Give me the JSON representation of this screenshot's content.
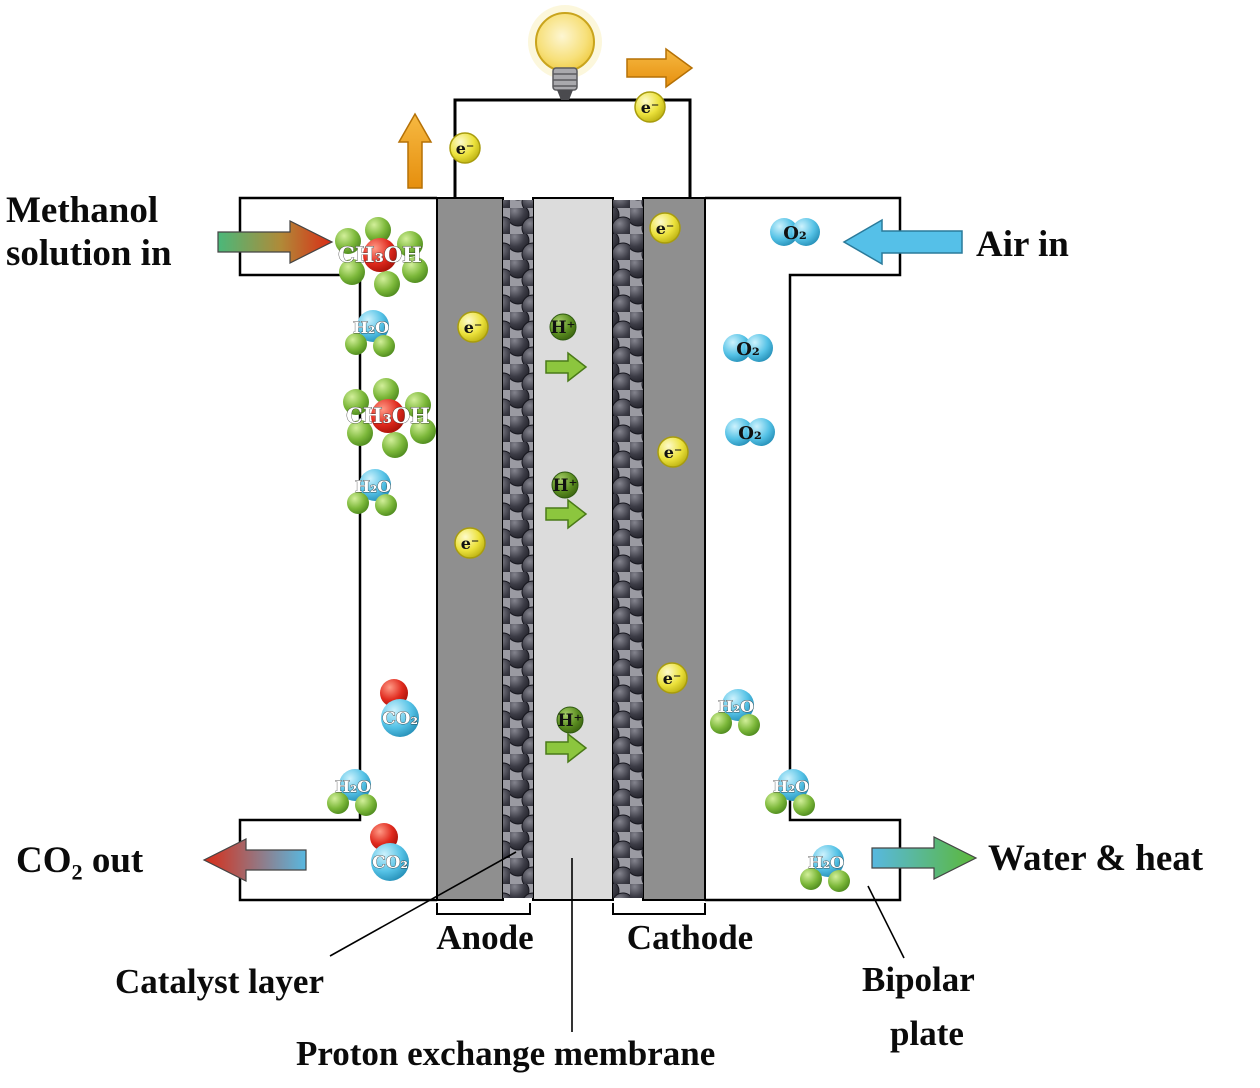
{
  "title": "Direct methanol fuel cell schematic",
  "labels": {
    "methanol_line1": "Methanol",
    "methanol_line2": "solution in",
    "air_in": "Air in",
    "co2_out": "CO₂ out",
    "water_heat": "Water & heat",
    "anode": "Anode",
    "cathode": "Cathode",
    "catalyst_layer": "Catalyst layer",
    "membrane": "Proton exchange membrane",
    "bipolar_line1": "Bipolar",
    "bipolar_line2": "plate"
  },
  "molecules": {
    "ch3oh": "CH₃OH",
    "h2o": "H₂O",
    "co2": "CO₂",
    "o2": "O₂",
    "electron": "e⁻",
    "proton": "H⁺"
  },
  "colors": {
    "plate_gray": "#8f8f8f",
    "membrane_gray": "#dcdcdc",
    "electron_yellow": "#e8df3a",
    "sphere_green": "#6aa62e",
    "sphere_red": "#d81f1a",
    "sphere_blue": "#55c2e6",
    "orange_arrow": "#f0a21e",
    "green_arrow": "#8cc63e",
    "air_arrow_blue": "#55c0e8"
  }
}
